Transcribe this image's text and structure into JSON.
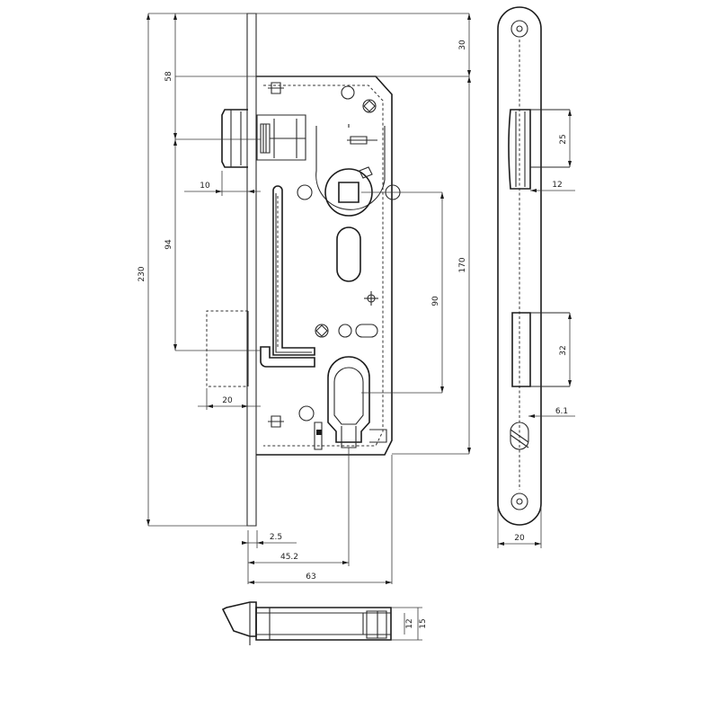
{
  "dimensions": {
    "d_30": "30",
    "d_58": "58",
    "d_230": "230",
    "d_94": "94",
    "d_10": "10",
    "d_170": "170",
    "d_90": "90",
    "d_20_latch": "20",
    "d_2_5": "2.5",
    "d_45_2": "45.2",
    "d_63": "63",
    "d_25": "25",
    "d_12_plate": "12",
    "d_32": "32",
    "d_6_1": "6.1",
    "d_20_plate": "20",
    "d_12_bottom": "12",
    "d_15": "15"
  }
}
